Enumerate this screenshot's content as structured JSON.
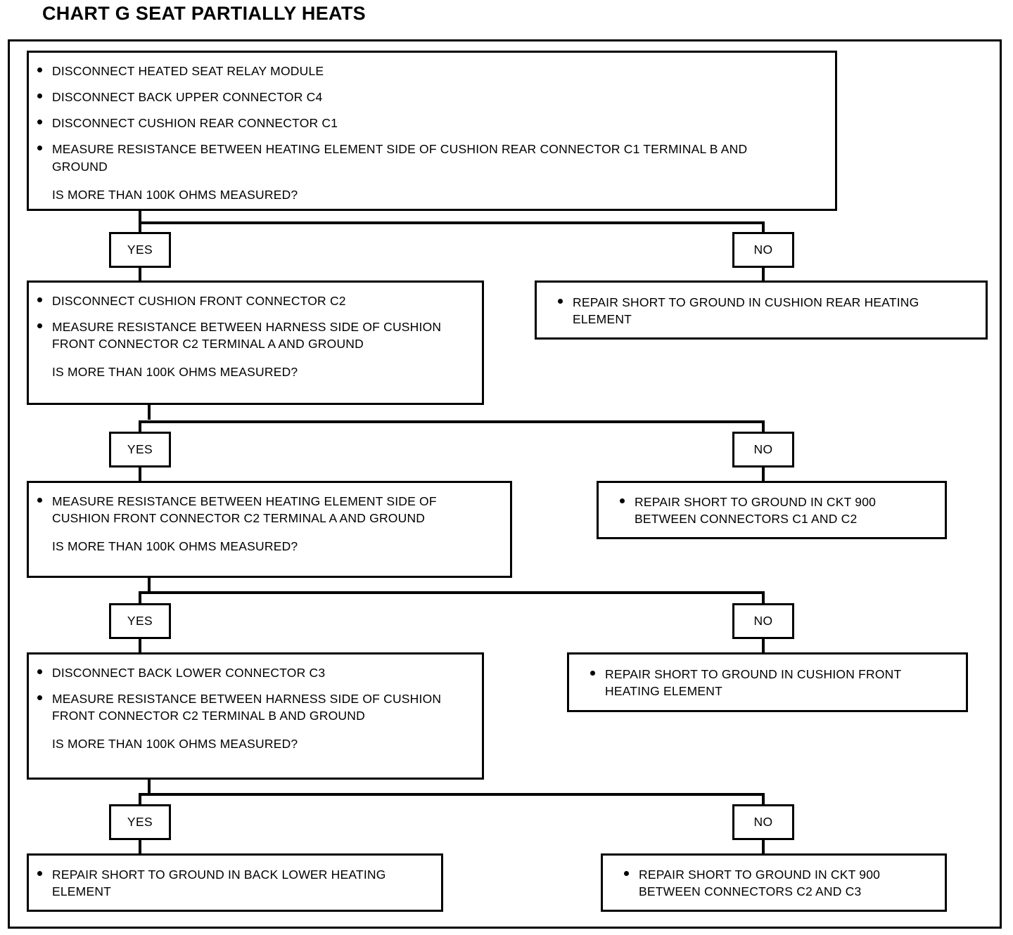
{
  "title": "CHART G SEAT PARTIALLY HEATS",
  "branch_labels": {
    "yes": "YES",
    "no": "NO"
  },
  "nodes": {
    "step1": {
      "bullets": [
        "DISCONNECT HEATED SEAT RELAY MODULE",
        "DISCONNECT BACK UPPER CONNECTOR C4",
        "DISCONNECT CUSHION REAR CONNECTOR C1",
        "MEASURE RESISTANCE BETWEEN HEATING ELEMENT SIDE OF CUSHION REAR CONNECTOR C1 TERMINAL B AND GROUND"
      ],
      "question": "IS MORE THAN 100K OHMS MEASURED?"
    },
    "step1_no": {
      "bullets": [
        "REPAIR SHORT TO GROUND IN CUSHION REAR HEATING ELEMENT"
      ]
    },
    "step2": {
      "bullets": [
        "DISCONNECT CUSHION FRONT CONNECTOR C2",
        "MEASURE RESISTANCE BETWEEN HARNESS SIDE OF CUSHION FRONT CONNECTOR C2 TERMINAL A AND GROUND"
      ],
      "question": "IS MORE THAN 100K OHMS MEASURED?"
    },
    "step2_no": {
      "bullets": [
        "REPAIR SHORT TO GROUND IN CKT 900 BETWEEN CONNECTORS C1 AND C2"
      ]
    },
    "step3": {
      "bullets": [
        "MEASURE RESISTANCE BETWEEN HEATING ELEMENT SIDE OF CUSHION FRONT CONNECTOR C2 TERMINAL A AND GROUND"
      ],
      "question": "IS MORE THAN 100K OHMS MEASURED?"
    },
    "step3_no": {
      "bullets": [
        "REPAIR SHORT TO GROUND IN CUSHION FRONT HEATING ELEMENT"
      ]
    },
    "step4": {
      "bullets": [
        "DISCONNECT BACK LOWER CONNECTOR C3",
        "MEASURE RESISTANCE BETWEEN HARNESS SIDE OF CUSHION FRONT CONNECTOR C2 TERMINAL B AND GROUND"
      ],
      "question": "IS MORE THAN 100K OHMS MEASURED?"
    },
    "step4_yes": {
      "bullets": [
        "REPAIR SHORT TO GROUND IN BACK LOWER HEATING ELEMENT"
      ]
    },
    "step4_no": {
      "bullets": [
        "REPAIR SHORT TO GROUND IN CKT 900 BETWEEN CONNECTORS C2 AND C3"
      ]
    }
  }
}
